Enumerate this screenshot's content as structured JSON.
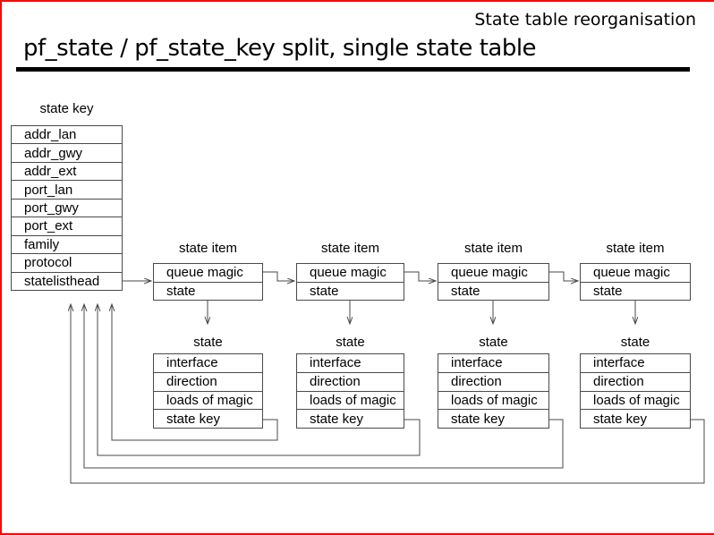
{
  "slide": {
    "header": "State table reorganisation",
    "title": "pf_state / pf_state_key split, single state table"
  },
  "diagram": {
    "state_key_table": {
      "label": "state key",
      "rows": [
        "addr_lan",
        "addr_gwy",
        "addr_ext",
        "port_lan",
        "port_gwy",
        "port_ext",
        "family",
        "protocol",
        "statelisthead"
      ]
    },
    "state_item": {
      "label": "state item",
      "rows": [
        "queue magic",
        "state"
      ],
      "count": 4
    },
    "state": {
      "label": "state",
      "rows": [
        "interface",
        "direction",
        "loads of magic",
        "state key"
      ],
      "count": 4
    }
  },
  "colors": {
    "frame": "#ff0000",
    "line": "#4a4a4a",
    "underline": "#000000",
    "text": "#000000",
    "background": "#ffffff"
  }
}
